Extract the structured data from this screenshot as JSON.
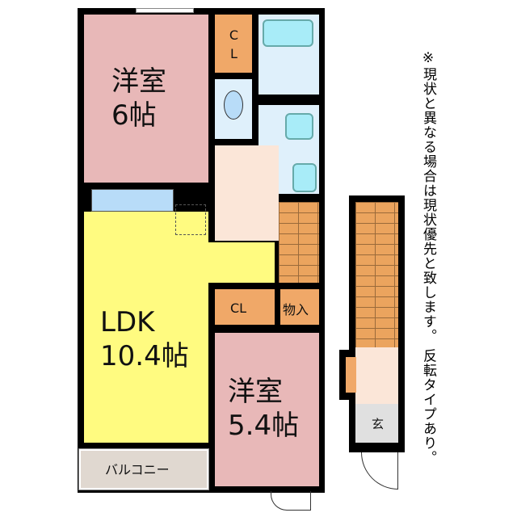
{
  "rooms": {
    "western1": {
      "name": "洋室",
      "size": "6帖"
    },
    "closet1": "CL",
    "ldk": {
      "name": "LDK",
      "size": "10.4帖"
    },
    "closet2": "CL",
    "storage": "物入",
    "western2": {
      "name": "洋室",
      "size": "5.4帖"
    },
    "balcony": "バルコニー",
    "entrance": "玄"
  },
  "note": "※現状と異なる場合は現状優先と致します。 反転タイプあり。"
}
